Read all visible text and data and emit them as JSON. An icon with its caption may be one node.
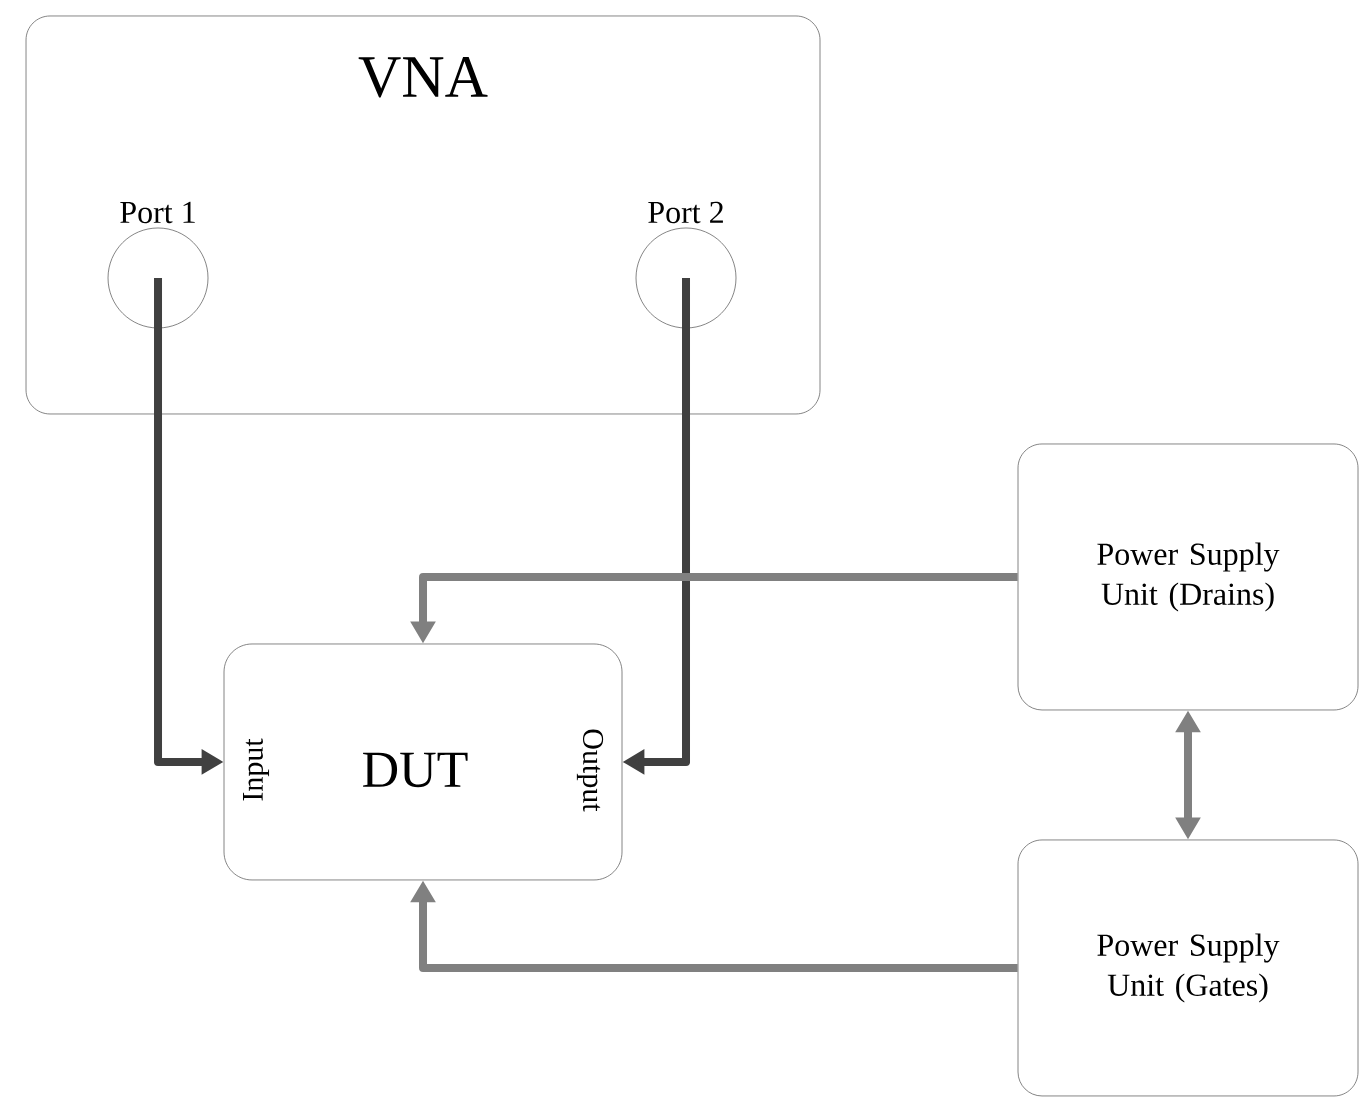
{
  "diagram": {
    "nodes": [
      {
        "text": [
          "VNA"
        ]
      },
      {
        "text": [
          "Port 1"
        ],
        "in": 0
      },
      {
        "text": [
          "Port 2"
        ],
        "in": 0
      },
      {
        "text": [
          "DUT",
          "Input",
          "Output"
        ]
      },
      {
        "text": [
          "Power Supply Unit (Drains)"
        ]
      },
      {
        "text": [
          "Power Supply Unit (Gates)"
        ]
      }
    ],
    "edges": [
      {
        "from": 1,
        "to": 3,
        "arrow": "to",
        "color": "#404040"
      },
      {
        "from": 2,
        "to": 3,
        "arrow": "to",
        "color": "#404040"
      },
      {
        "from": 4,
        "to": 3,
        "arrow": "to"
      },
      {
        "from": 5,
        "to": 3,
        "arrow": "to"
      },
      {
        "from": 4,
        "to": 5,
        "arrow": "both"
      }
    ]
  }
}
